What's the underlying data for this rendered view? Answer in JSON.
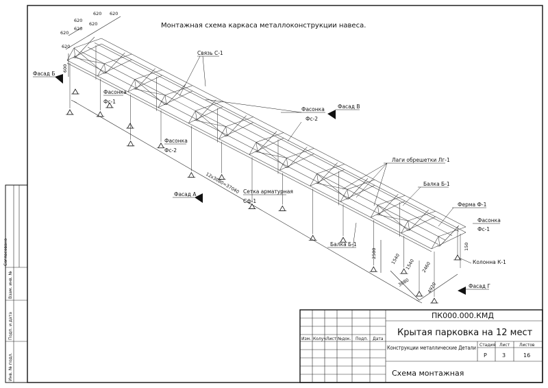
{
  "drawing": {
    "title": "Монтажная схема каркаса металлоконструкции навеса.",
    "dimensions": {
      "d620": [
        "620",
        "620",
        "620",
        "620",
        "620",
        "620",
        "620"
      ],
      "d600": "600",
      "length": "12x3080=37040",
      "d2500": "2500",
      "d1540a": "1540",
      "d1540b": "1540",
      "d2460": "2460",
      "d150": "150",
      "d3080": "3080",
      "d4920": "4920"
    },
    "labels": {
      "svyaz": "Связь С-1",
      "fasonka_a": "Фасонка",
      "fs1_a": "Фс-1",
      "fasonka_b": "Фасонка",
      "fs2_b": "Фс-2",
      "fasonka_c": "Фасонка",
      "fs2_c": "Фс-2",
      "prog": "Лаги обрешетки Лг-1",
      "setka": "Сетка арматурная",
      "sf": "Сф-1",
      "balka_top": "Балка Б-1",
      "balka_bot": "Балка Б-1",
      "ferma": "Ферма Ф-1",
      "fasonka_d": "Фасонка",
      "fs1_d": "Фс-1",
      "kolonna": "Колонна К-1"
    },
    "facades": {
      "b": "Фасад Б",
      "v": "Фасад В",
      "a": "Фасад А",
      "g": "Фасад Г"
    }
  },
  "side_stamp": {
    "soglasovano": "Согласовано",
    "vzam": "Взам. инв. №",
    "podp_data": "Подп. и дата",
    "inv_podl": "Инв. № подл."
  },
  "title_block": {
    "code": "ПК000.000.КМД",
    "project": "Крытая парковка на 12 мест",
    "headers": [
      "Изм.",
      "Колуч",
      "Лист",
      "№док.",
      "Подп.",
      "Дата"
    ],
    "section": "Конструкции металлические Детали",
    "stage_label": "Стадия",
    "sheet_label": "Лист",
    "sheets_label": "Листов",
    "stage": "Р",
    "sheet": "3",
    "sheets": "16",
    "sheet_name": "Схема монтажная"
  }
}
